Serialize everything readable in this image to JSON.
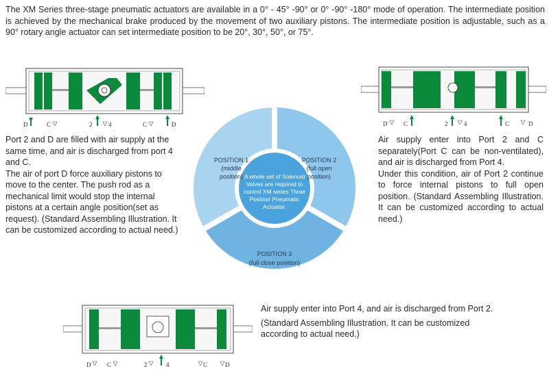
{
  "intro": "The XM Series three-stage pneumatic actuators are available in a 0° - 45° -90° or 0° -90° -180° mode of operation. The intermediate position is achieved by the mechanical brake produced by the movement of two auxiliary pistons. The intermediate position is adjustable, such as a 90° rotary angle actuator can set intermediate position to be 20°, 30°, 50°, or 75°.",
  "left_text": [
    "Port 2 and D are filled with air supply at the same time, and air is discharged from port 4 and C.",
    "The air of port D force auxiliary pistons to move to the center. The push rod as a mechanical limit would stop the internal pistons at a certain angle position(set as request). (Standard Assembling Illustration. It can be customized according to actual need.)"
  ],
  "right_text": [
    "Air supply enter into Port 2 and C separately(Port C can be non-ventilated), and air is discharged from Port 4.",
    "Under this condition, air of Port 2 continue to force internal pistons to full open position. (Standard Assembling Illustration. It can be customized according to actual need.)"
  ],
  "bottom_text": [
    "Air supply enter into Port 4, and air is discharged from Port 2.",
    "(Standard Assembling Illustration. It can be customized according to actual need.)"
  ],
  "center": {
    "position1": [
      "POSITION 1",
      "(middle",
      "position)"
    ],
    "position2": [
      "POSITION 2",
      "(full open",
      "position)"
    ],
    "position3": [
      "POSITION 3",
      "(full close position)"
    ],
    "core": [
      "A whole set of Solenoid",
      "Valves are required to",
      "control XM series Three",
      "Position Pneumatic",
      "Actuator."
    ]
  },
  "ports": {
    "d": "D",
    "c": "C",
    "p2": "2",
    "p4": "4"
  },
  "colors": {
    "piston": "#0a8a3a",
    "ring_light": "#a9d4f0",
    "ring_mid": "#8fc6ec",
    "ring_dark": "#6fb3e3",
    "core": "#4aa3dc"
  }
}
